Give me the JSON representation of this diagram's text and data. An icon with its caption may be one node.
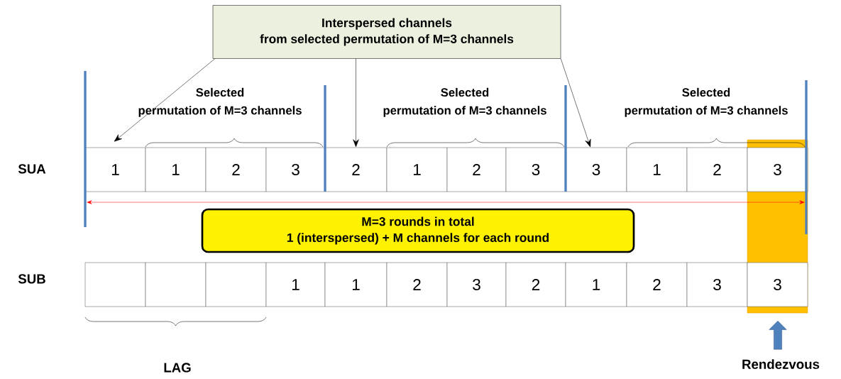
{
  "diagram": {
    "nodes": [
      {
        "text": [
          "Interspersed channels",
          "from selected permutation of M=3 channels"
        ]
      },
      {
        "text": [
          "1"
        ]
      },
      {
        "text": [
          "1"
        ]
      },
      {
        "text": [
          "2"
        ]
      },
      {
        "text": [
          "3"
        ]
      },
      {
        "text": [
          "2"
        ]
      },
      {
        "text": [
          "1"
        ]
      },
      {
        "text": [
          "2"
        ]
      },
      {
        "text": [
          "3"
        ]
      },
      {
        "text": [
          "3"
        ]
      },
      {
        "text": [
          "1"
        ]
      },
      {
        "text": [
          "2"
        ]
      },
      {
        "text": [
          "3"
        ]
      },
      {
        "text": [],
        "shape": "box"
      },
      {
        "text": [],
        "shape": "box"
      },
      {
        "text": [],
        "shape": "box"
      },
      {
        "text": [
          "1"
        ]
      },
      {
        "text": [
          "1"
        ]
      },
      {
        "text": [
          "2"
        ]
      },
      {
        "text": [
          "3"
        ]
      },
      {
        "text": [
          "2"
        ]
      },
      {
        "text": [
          "1"
        ]
      },
      {
        "text": [
          "2"
        ]
      },
      {
        "text": [
          "3"
        ]
      },
      {
        "text": [
          "3"
        ]
      },
      {
        "text": [
          "M=3 rounds in total",
          "1 (interspersed) + M channels for each round"
        ]
      }
    ],
    "edges": [
      {
        "from": 0,
        "to": 1,
        "arrow": "to"
      },
      {
        "from": 0,
        "to": 5,
        "arrow": "to"
      },
      {
        "from": 0,
        "to": 9,
        "arrow": "to"
      }
    ],
    "labels": [
      "Selected",
      "permutation of M=3 channels",
      "Selected",
      "permutation of M=3 channels",
      "Selected",
      "permutation of M=3 channels",
      "SUA",
      "SUB",
      "LAG",
      "Rendezvous"
    ]
  }
}
